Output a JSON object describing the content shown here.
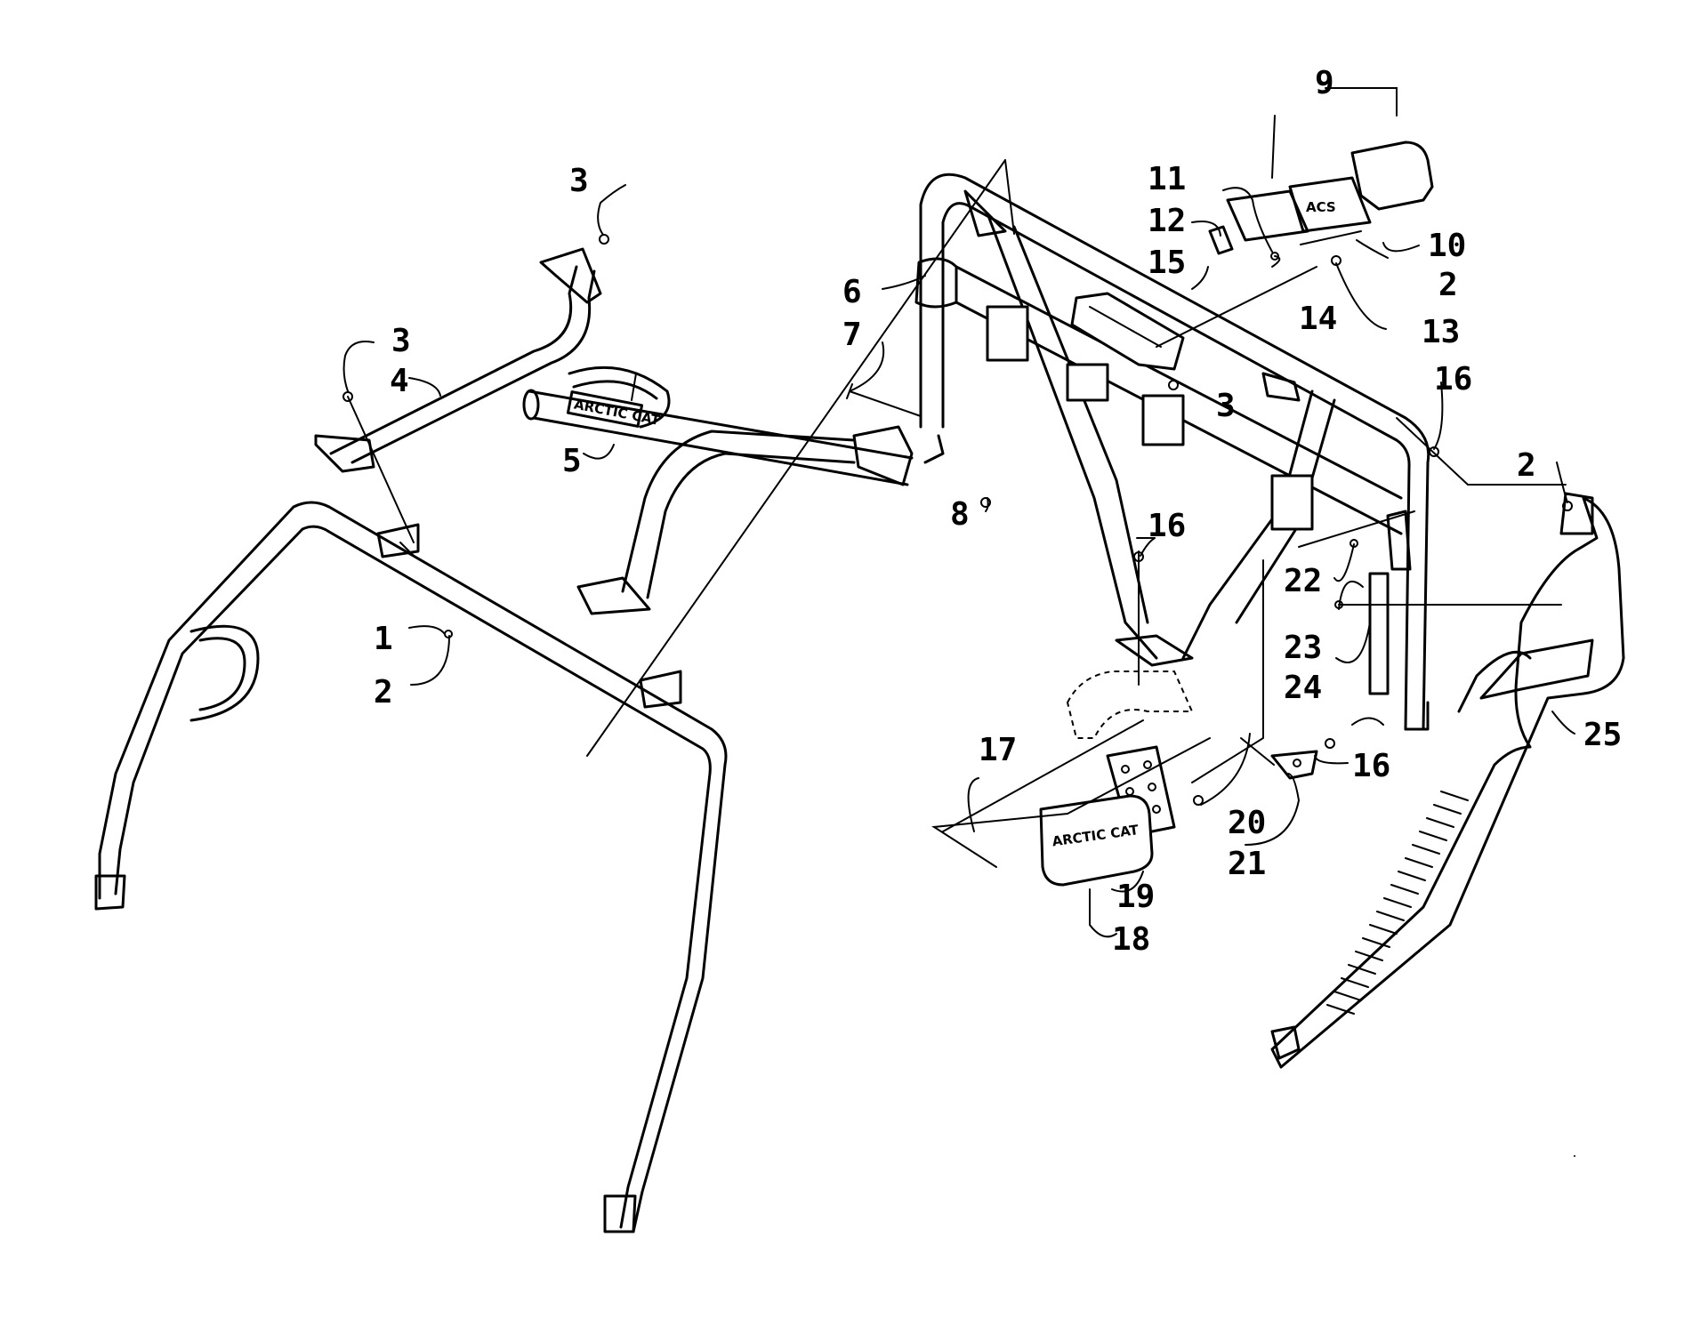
{
  "callouts": [
    {
      "id": "c1",
      "label": "1"
    },
    {
      "id": "c2a",
      "label": "2"
    },
    {
      "id": "c2b",
      "label": "2"
    },
    {
      "id": "c2c",
      "label": "2"
    },
    {
      "id": "c3a",
      "label": "3"
    },
    {
      "id": "c3b",
      "label": "3"
    },
    {
      "id": "c3c",
      "label": "3"
    },
    {
      "id": "c4",
      "label": "4"
    },
    {
      "id": "c5",
      "label": "5"
    },
    {
      "id": "c6",
      "label": "6"
    },
    {
      "id": "c7",
      "label": "7"
    },
    {
      "id": "c8",
      "label": "8"
    },
    {
      "id": "c9",
      "label": "9"
    },
    {
      "id": "c10",
      "label": "10"
    },
    {
      "id": "c11",
      "label": "11"
    },
    {
      "id": "c12",
      "label": "12"
    },
    {
      "id": "c13",
      "label": "13"
    },
    {
      "id": "c14",
      "label": "14"
    },
    {
      "id": "c15",
      "label": "15"
    },
    {
      "id": "c16a",
      "label": "16"
    },
    {
      "id": "c16b",
      "label": "16"
    },
    {
      "id": "c16c",
      "label": "16"
    },
    {
      "id": "c17",
      "label": "17"
    },
    {
      "id": "c18",
      "label": "18"
    },
    {
      "id": "c19",
      "label": "19"
    },
    {
      "id": "c20",
      "label": "20"
    },
    {
      "id": "c21",
      "label": "21"
    },
    {
      "id": "c22",
      "label": "22"
    },
    {
      "id": "c23",
      "label": "23"
    },
    {
      "id": "c24",
      "label": "24"
    },
    {
      "id": "c25",
      "label": "25"
    }
  ],
  "logos": {
    "crossbar": "ARCTIC CAT",
    "light_cover": "ARCTIC CAT",
    "plate": "ACS"
  }
}
